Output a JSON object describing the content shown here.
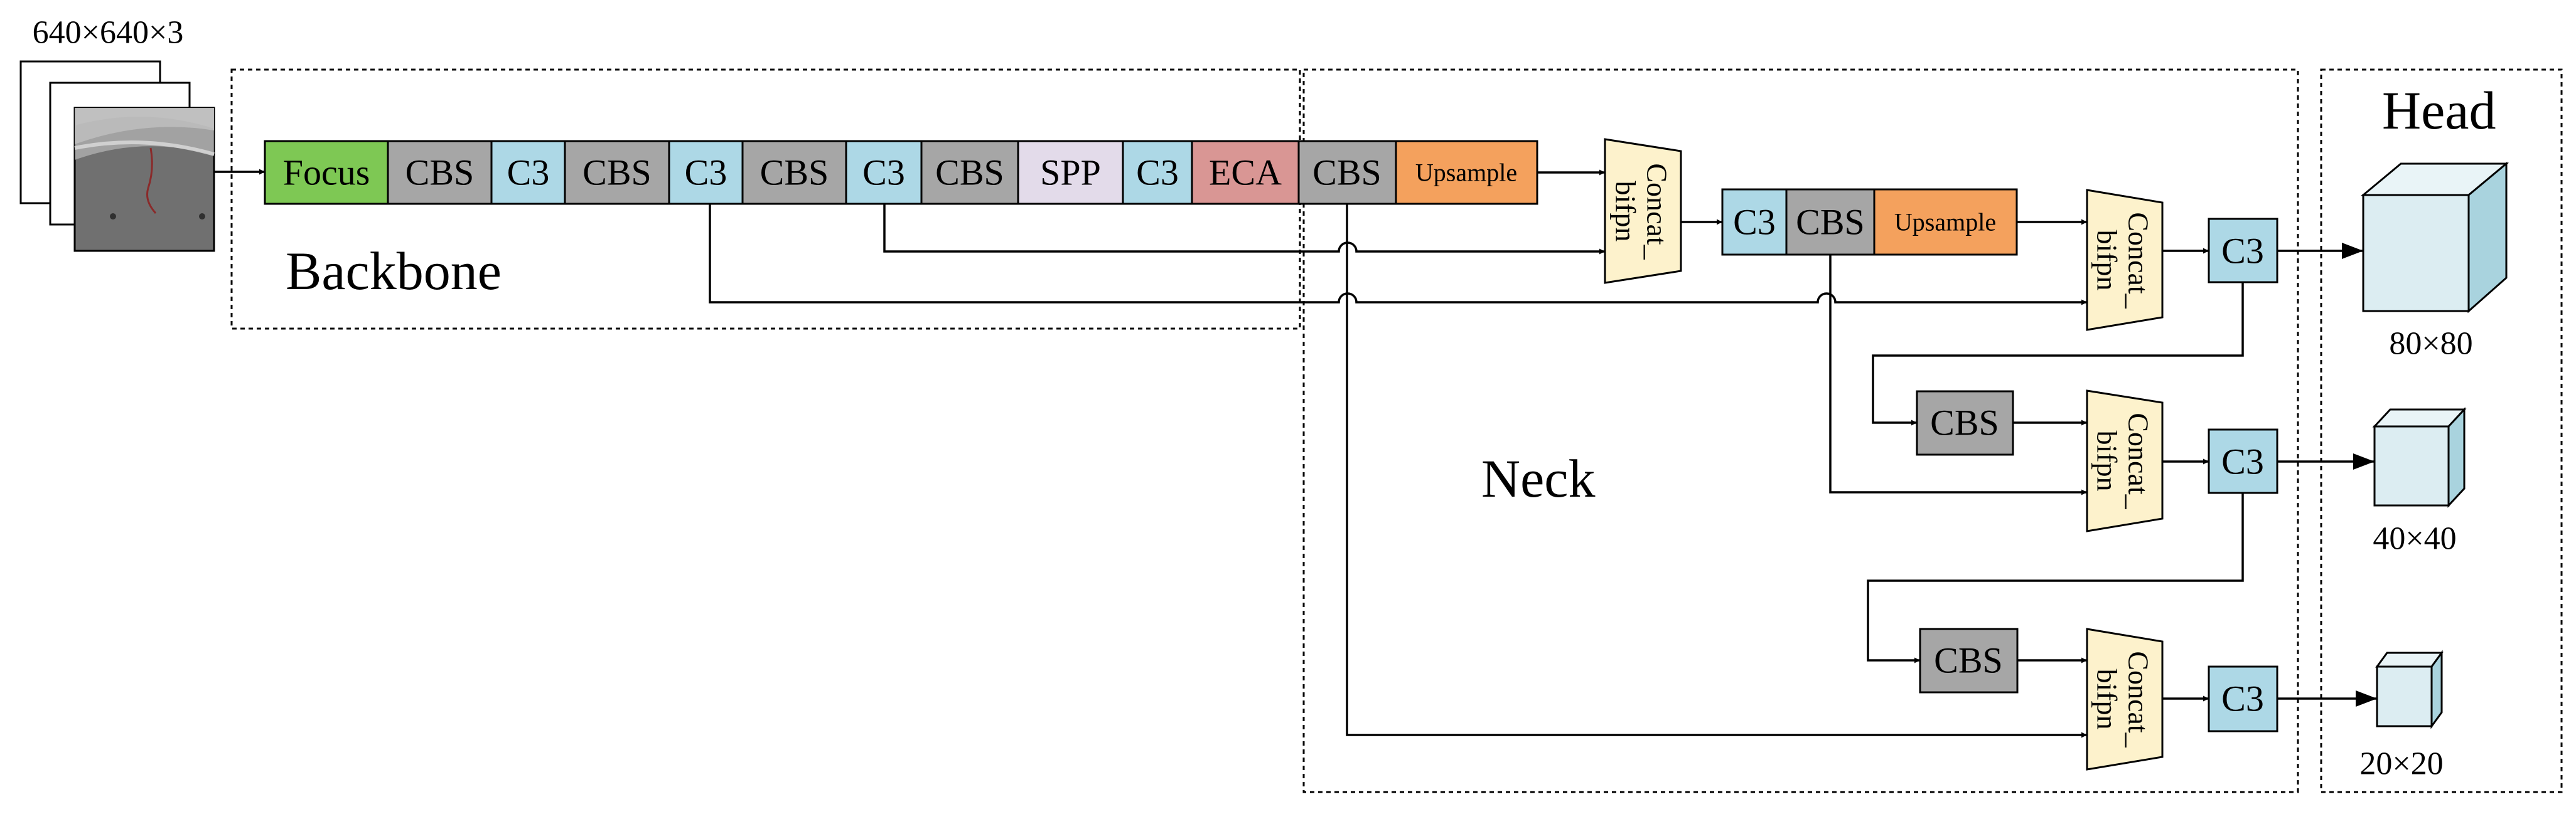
{
  "input": {
    "size_label": "640×640×3"
  },
  "regions": {
    "backbone": "Backbone",
    "neck": "Neck",
    "head": "Head"
  },
  "colors": {
    "focus": "#7ec854",
    "cbs": "#a6a6a6",
    "c3": "#add8e6",
    "spp": "#e3dbea",
    "eca": "#d99694",
    "upsample": "#f4a15d",
    "concat": "#fdf2cc",
    "image_bg": "#707070"
  },
  "backbone": {
    "blocks": [
      {
        "label": "Focus",
        "kind": "focus"
      },
      {
        "label": "CBS",
        "kind": "cbs"
      },
      {
        "label": "C3",
        "kind": "c3"
      },
      {
        "label": "CBS",
        "kind": "cbs"
      },
      {
        "label": "C3",
        "kind": "c3"
      },
      {
        "label": "CBS",
        "kind": "cbs"
      },
      {
        "label": "C3",
        "kind": "c3"
      },
      {
        "label": "CBS",
        "kind": "cbs"
      },
      {
        "label": "SPP",
        "kind": "spp"
      },
      {
        "label": "C3",
        "kind": "c3"
      },
      {
        "label": "ECA",
        "kind": "eca"
      }
    ]
  },
  "neck": {
    "cbs_top": "CBS",
    "upsample_1": "Upsample",
    "concat_1": {
      "line1": "Concat_",
      "line2": "bifpn"
    },
    "mid_c3": "C3",
    "mid_cbs": "CBS",
    "upsample_2": "Upsample",
    "concat_2": {
      "line1": "Concat_",
      "line2": "bifpn"
    },
    "c3_out_1": "C3",
    "cbs_a": "CBS",
    "concat_3": {
      "line1": "Concat_",
      "line2": "bifpn"
    },
    "c3_out_2": "C3",
    "cbs_b": "CBS",
    "concat_4": {
      "line1": "Concat_",
      "line2": "bifpn"
    },
    "c3_out_3": "C3"
  },
  "head": {
    "outputs": [
      {
        "label": "80×80"
      },
      {
        "label": "40×40"
      },
      {
        "label": "20×20"
      }
    ]
  },
  "icons": {
    "arrow": "arrowhead-icon",
    "feature_map": "cube-icon"
  }
}
